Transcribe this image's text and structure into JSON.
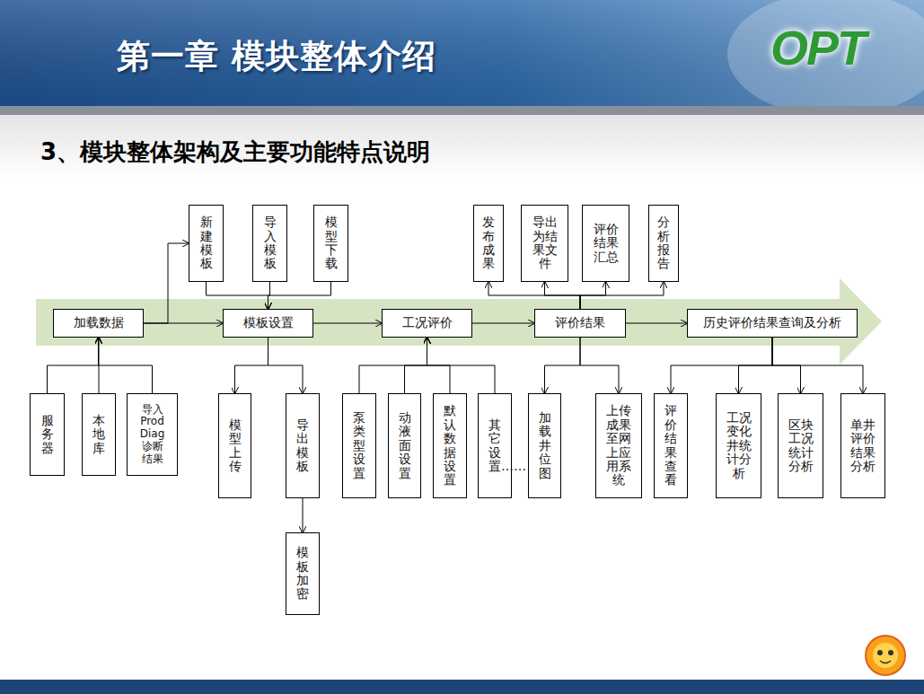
{
  "diagram": {
    "title": "第一章 模块整体介绍",
    "nodes": [
      {
        "text": [
          "新建模板"
        ]
      },
      {
        "text": [
          "导入模板"
        ]
      },
      {
        "text": [
          "模型下载"
        ]
      },
      {
        "text": [
          "发布成果"
        ]
      },
      {
        "text": [
          "导出为结果文件"
        ]
      },
      {
        "text": [
          "评价结果汇总"
        ]
      },
      {
        "text": [
          "分析报告"
        ]
      },
      {
        "text": [
          "加载数据"
        ]
      },
      {
        "text": [
          "模板设置"
        ]
      },
      {
        "text": [
          "工况评价"
        ]
      },
      {
        "text": [
          "评价结果"
        ]
      },
      {
        "text": [
          "历史评价结果查询及分析"
        ]
      },
      {
        "text": [
          "服务器"
        ]
      },
      {
        "text": [
          "本地库"
        ]
      },
      {
        "text": [
          "导入 Prod Diag 诊断结果"
        ]
      },
      {
        "text": [
          "模型上传"
        ]
      },
      {
        "text": [
          "导出模板"
        ]
      },
      {
        "text": [
          "模板加密"
        ]
      },
      {
        "text": [
          "泵类型设置"
        ]
      },
      {
        "text": [
          "动液面设置"
        ]
      },
      {
        "text": [
          "默认数据设置"
        ]
      },
      {
        "text": [
          "其它设置……"
        ]
      },
      {
        "text": [
          "加载井位图"
        ]
      },
      {
        "text": [
          "上传成果至网上应用系统"
        ]
      },
      {
        "text": [
          "评价结果查看"
        ]
      },
      {
        "text": [
          "工况变化井统计分析"
        ]
      },
      {
        "text": [
          "区块工况统计分析"
        ]
      },
      {
        "text": [
          "单井评价结果分析"
        ]
      }
    ],
    "edges": [
      {
        "from": 7,
        "to": 0,
        "arrow": "to"
      },
      {
        "from": 0,
        "to": 8,
        "arrow": "to"
      },
      {
        "from": 1,
        "to": 8,
        "arrow": "to"
      },
      {
        "from": 2,
        "to": 8,
        "arrow": "to"
      },
      {
        "from": 7,
        "to": 8,
        "arrow": "to"
      },
      {
        "from": 8,
        "to": 9,
        "arrow": "to"
      },
      {
        "from": 9,
        "to": 10,
        "arrow": "to"
      },
      {
        "from": 10,
        "to": 11,
        "arrow": "to"
      },
      {
        "from": 10,
        "to": 3,
        "arrow": "to"
      },
      {
        "from": 10,
        "to": 4,
        "arrow": "to"
      },
      {
        "from": 10,
        "to": 5,
        "arrow": "to"
      },
      {
        "from": 10,
        "to": 6,
        "arrow": "to"
      },
      {
        "from": 12,
        "to": 7,
        "arrow": "to"
      },
      {
        "from": 13,
        "to": 7,
        "arrow": "to"
      },
      {
        "from": 14,
        "to": 7,
        "arrow": "to"
      },
      {
        "from": 8,
        "to": 15,
        "arrow": "to"
      },
      {
        "from": 8,
        "to": 16,
        "arrow": "to"
      },
      {
        "from": 16,
        "to": 17,
        "arrow": "to"
      },
      {
        "from": 18,
        "to": 9,
        "arrow": "to"
      },
      {
        "from": 19,
        "to": 9,
        "arrow": "to"
      },
      {
        "from": 20,
        "to": 9,
        "arrow": "to"
      },
      {
        "from": 21,
        "to": 9,
        "arrow": "to"
      },
      {
        "from": 10,
        "to": 22,
        "arrow": "to"
      },
      {
        "from": 10,
        "to": 23,
        "arrow": "to"
      },
      {
        "from": 11,
        "to": 24,
        "arrow": "to"
      },
      {
        "from": 11,
        "to": 25,
        "arrow": "to"
      },
      {
        "from": 11,
        "to": 26,
        "arrow": "to"
      },
      {
        "from": 11,
        "to": 27,
        "arrow": "to"
      }
    ],
    "labels": [
      "3、模块整体架构及主要功能特点说明",
      "OPT"
    ]
  }
}
